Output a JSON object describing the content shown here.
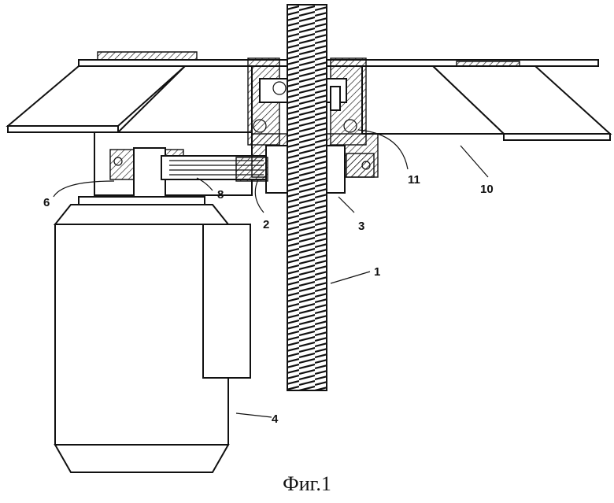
{
  "figure": {
    "caption": "Фиг.1",
    "labels": {
      "screw": "1",
      "bracket": "2",
      "nut_assembly": "3",
      "motor": "4",
      "bearing_left": "6",
      "belt_gear": "8",
      "hood": "10",
      "bearing_right": "11"
    }
  }
}
